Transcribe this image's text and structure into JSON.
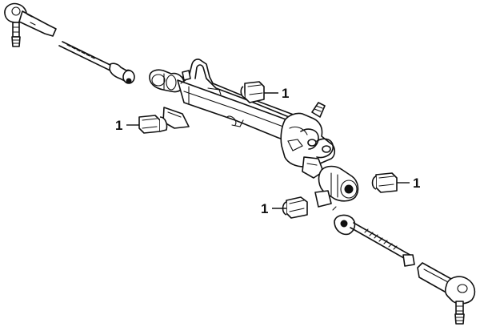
{
  "callouts": [
    {
      "id": "grommet-upper-right",
      "label": "1"
    },
    {
      "id": "grommet-left",
      "label": "1"
    },
    {
      "id": "grommet-right",
      "label": "1"
    },
    {
      "id": "grommet-lower",
      "label": "1"
    }
  ],
  "colors": {
    "line": "#111111",
    "background": "#ffffff"
  }
}
